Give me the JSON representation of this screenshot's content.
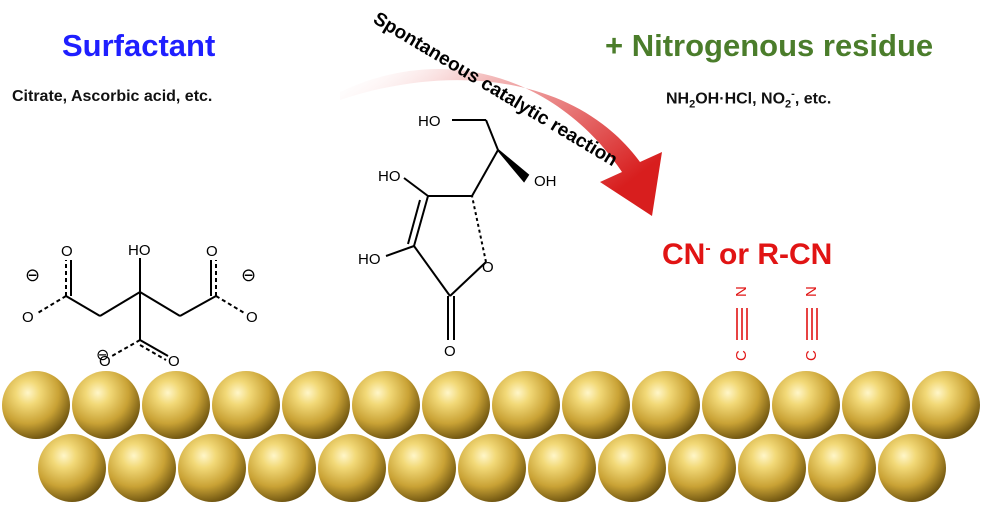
{
  "surfactant": {
    "title": "Surfactant",
    "examples": "Citrate, Ascorbic acid, etc."
  },
  "nitrogenous": {
    "title": "+ Nitrogenous residue",
    "examples_prefix": "NH",
    "examples_sub1": "2",
    "examples_mid": "OH·HCl, NO",
    "examples_sub2": "2",
    "examples_sup": "-",
    "examples_suffix": ", etc."
  },
  "arrow": {
    "label": "Spontaneous catalytic reaction",
    "color": "#d81e1e"
  },
  "cyanide": {
    "label_main": "CN",
    "label_sup": "-",
    "label_rest": " or R-CN",
    "bond_label_c": "C",
    "bond_label_n": "N",
    "color": "#e11414"
  },
  "citrate": {
    "ho": "HO",
    "o": "O",
    "minus": "⊖"
  },
  "ascorbic": {
    "ho": "HO",
    "oh": "OH",
    "o": "O"
  },
  "surface": {
    "sphere_color": "#e6c560",
    "top_row_count": 14,
    "bottom_row_count": 13
  }
}
